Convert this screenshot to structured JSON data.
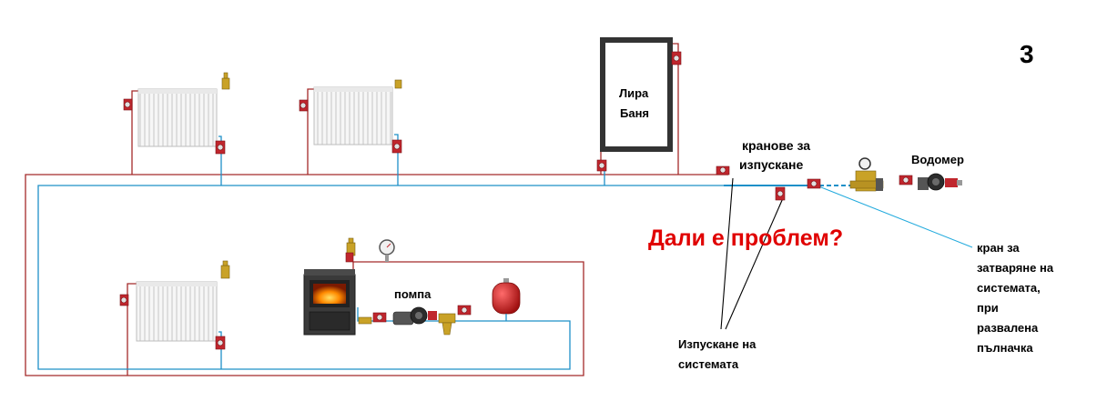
{
  "diagram": {
    "page_number": "3",
    "question": "Дали е проблем?",
    "labels": {
      "lira_line1": "Лира",
      "lira_line2": "Баня",
      "drain_valves_line1": "кранове за",
      "drain_valves_line2": "изпускане",
      "water_meter": "Водомер",
      "pump": "помпа",
      "drain_system_line1": "Изпускане на",
      "drain_system_line2": "системата",
      "shutoff_line1": "кран за",
      "shutoff_line2": "затваряне на",
      "shutoff_line3": "системата,",
      "shutoff_line4": "при",
      "shutoff_line5": "развалена",
      "shutoff_line6": "пълначка"
    },
    "colors": {
      "supply_pipe": "#a52a2a",
      "return_pipe": "#1e90c8",
      "valve_handle": "#c0262d",
      "question_text": "#e00000",
      "stove_body": "#3a3a3a",
      "expansion_tank": "#d42020",
      "fitting_brass": "#c9a227"
    },
    "icons": [
      "radiator-icon",
      "valve-icon",
      "air-vent-icon",
      "stove-icon",
      "pump-icon",
      "expansion-tank-icon",
      "pressure-gauge-icon",
      "water-meter-icon",
      "filter-icon"
    ]
  }
}
